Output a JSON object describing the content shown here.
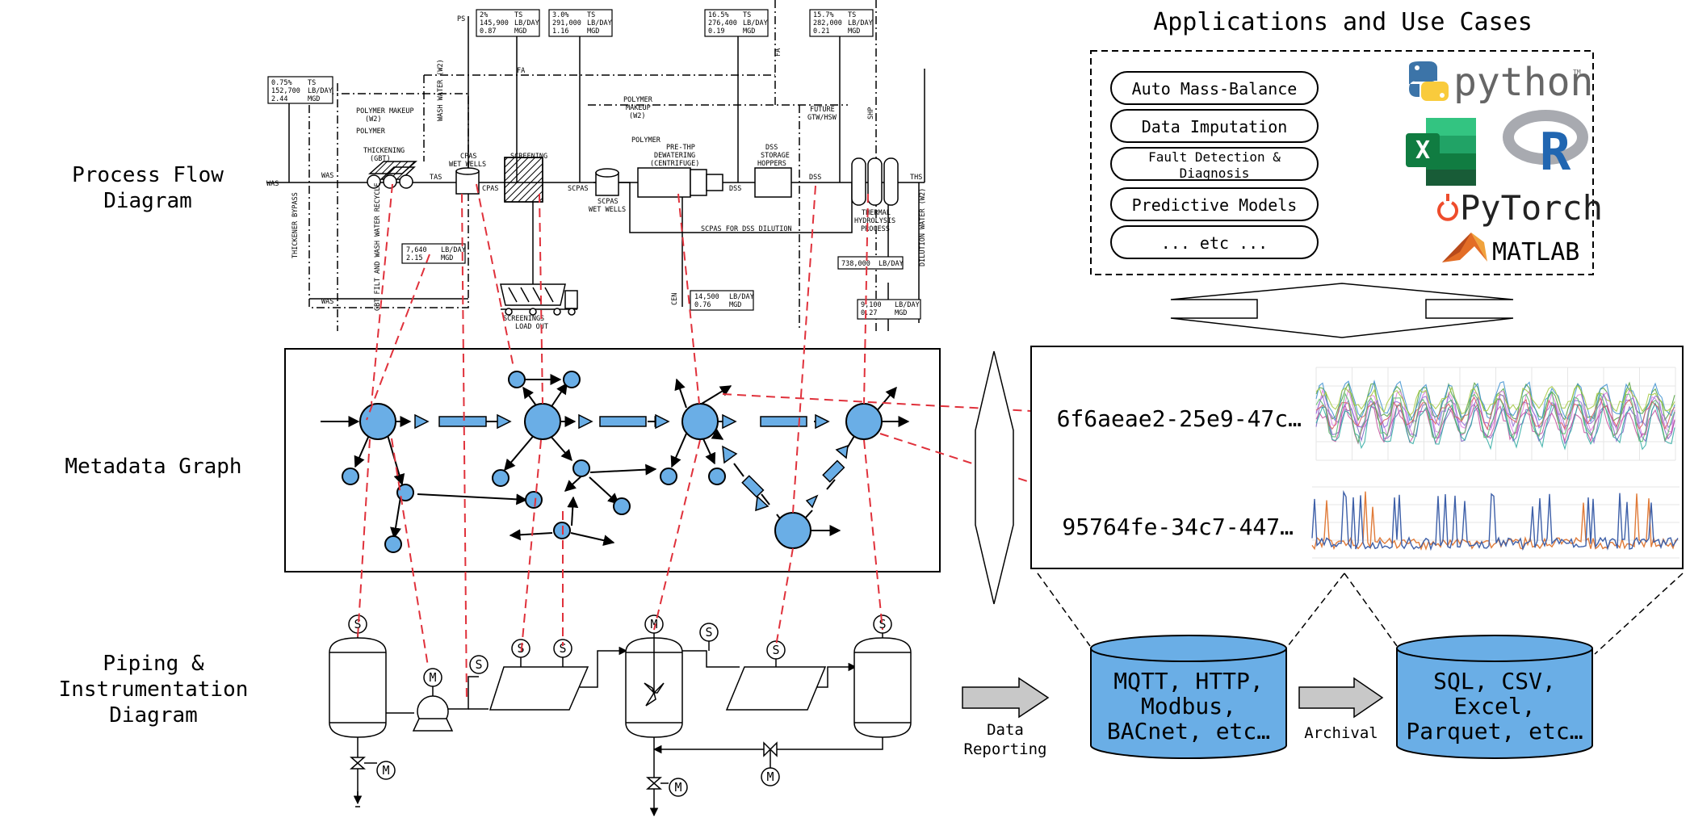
{
  "layer_labels": {
    "pfd": [
      "Process Flow",
      "Diagram"
    ],
    "graph": "Metadata Graph",
    "pid": [
      "Piping &",
      "Instrumentation",
      "Diagram"
    ]
  },
  "applications": {
    "title": "Applications and Use Cases",
    "use_cases": [
      "Auto Mass-Balance",
      "Data Imputation",
      "Fault Detection &",
      "Diagnosis",
      "Predictive Models",
      "... etc ..."
    ],
    "logos": {
      "python": "python",
      "python_tm": "TM",
      "excel": "X",
      "r": "R",
      "pytorch": "PyTorch",
      "matlab": "MATLAB"
    }
  },
  "timeseries": {
    "ids": [
      "6f6aeae2-25e9-47c…",
      "95764fe-34c7-447…"
    ]
  },
  "storage": {
    "protocols": [
      "MQTT, HTTP,",
      "Modbus,",
      "BACnet, etc…"
    ],
    "formats": [
      "SQL, CSV,",
      "Excel,",
      "Parquet, etc…"
    ],
    "arrow_reporting": [
      "Data",
      "Reporting"
    ],
    "arrow_archival": "Archival"
  },
  "pfd": {
    "boxes": [
      [
        "0.75%",
        "TS",
        "152,700",
        "LB/DAY",
        "2.44",
        "MGD"
      ],
      [
        "2%",
        "TS",
        "145,900",
        "LB/DAY",
        "0.87",
        "MGD"
      ],
      [
        "3.0%",
        "TS",
        "291,000",
        "LB/DAY",
        "1.16",
        "MGD"
      ],
      [
        "16.5%",
        "TS",
        "276,400",
        "LB/DAY",
        "0.19",
        "MGD"
      ],
      [
        "15.7%",
        "TS",
        "282,000",
        "LB/DAY",
        "0.21",
        "MGD"
      ],
      [
        "7,640",
        "LB/DAY",
        "2.15",
        "MGD"
      ],
      [
        "14,500",
        "LB/DAY",
        "0.76",
        "MGD"
      ],
      [
        "9,100",
        "LB/DAY",
        "0.27",
        "MGD"
      ],
      [
        "738,000",
        "LB/DAY"
      ]
    ],
    "labels": {
      "ps": "PS",
      "fa": "FA",
      "fa2": "FA",
      "was": "WAS",
      "was2": "WAS",
      "was3": "WAS",
      "tas": "TAS",
      "cpas": "CPAS",
      "scpas": "SCPAS",
      "dss": "DSS",
      "dss2": "DSS",
      "ths": "THS",
      "shp": "SHP",
      "cen": "CEN",
      "polymer_makeup": [
        "POLYMER MAKEUP",
        "(W2)"
      ],
      "polymer": "POLYMER",
      "wash_water": "WASH WATER (W2)",
      "thickening": [
        "THICKENING",
        "(GBT)"
      ],
      "cpas_wells": [
        "CPAS",
        "WET WELLS"
      ],
      "screening": "SCREENING",
      "scpas_wells": [
        "SCPAS",
        "WET WELLS"
      ],
      "polymer_makeup2": [
        "POLYMER",
        "MAKEUP",
        "(W2)"
      ],
      "polymer2": "POLYMER",
      "pre_thp": [
        "PRE-THP",
        "DEWATERING",
        "(CENTRIFUGE)"
      ],
      "dss_hoppers": [
        "DSS",
        "STORAGE",
        "HOPPERS"
      ],
      "future": [
        "FUTURE",
        "GTW/HSW"
      ],
      "thp": [
        "THERMAL",
        "HYDROLYSIS",
        "PROCESS"
      ],
      "scpas_dilution": "SCPAS FOR DSS DILUTION",
      "thickener_bypass": "THICKENER BYPASS",
      "gbt_filt": "GBT FILT AND WASH WATER RECYCLE",
      "screenings": [
        "SCREENINGS",
        "LOAD OUT"
      ],
      "dilution": "DILUTION WATER (W2)"
    }
  },
  "pid": {
    "sensor": "S",
    "motor": "M"
  },
  "colors": {
    "node_fill": "#6aaee6",
    "link_red": "#e0313b",
    "db_fill": "#6aaee6",
    "arrow_gray": "#c8c8c8"
  }
}
